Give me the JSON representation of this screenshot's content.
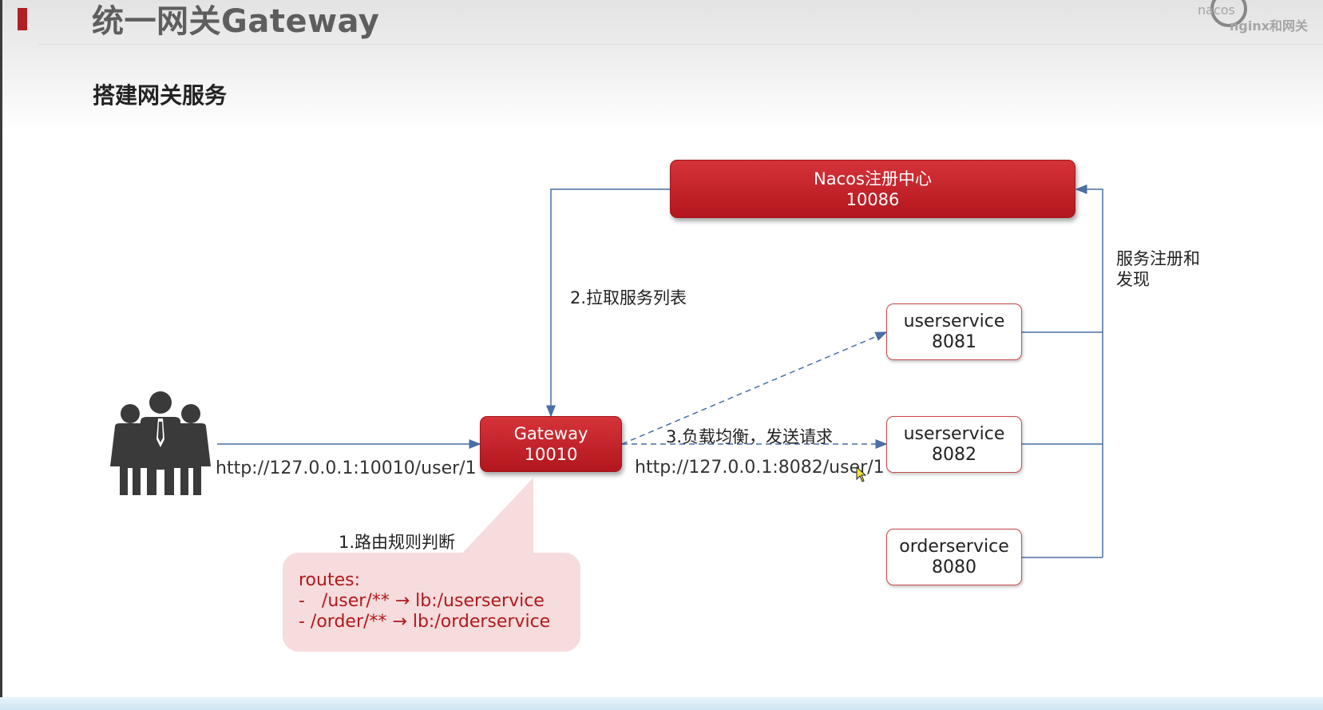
{
  "header": {
    "title": "统一网关Gateway",
    "section": "搭建网关服务",
    "watermark_line1": "nacos",
    "watermark_line2": "nginx和网关"
  },
  "nodes": {
    "nacos": {
      "name": "Nacos注册中心",
      "port": "10086"
    },
    "gateway": {
      "name": "Gateway",
      "port": "10010"
    },
    "services": [
      {
        "name": "userservice",
        "port": "8081"
      },
      {
        "name": "userservice",
        "port": "8082"
      },
      {
        "name": "orderservice",
        "port": "8080"
      }
    ]
  },
  "labels": {
    "client_url": "http://127.0.0.1:10010/user/1",
    "service_url": "http://127.0.0.1:8082/user/1",
    "pull_list": "2.拉取服务列表",
    "load_balance": "3.负载均衡，发送请求",
    "register": "服务注册和发现",
    "route_judge": "1.路由规则判断"
  },
  "routes_callout": {
    "heading": "routes:",
    "lines": [
      "-   /user/** → lb:/userservice",
      "- /order/** → lb:/orderservice"
    ]
  },
  "colors": {
    "accent": "#b01f25",
    "box_red": "#c62129",
    "arrow_blue": "#4a6fa5",
    "callout_bg": "#f6dcdc",
    "callout_text": "#b0191f"
  },
  "icons": [
    "people-icon",
    "mouse-cursor-icon"
  ]
}
